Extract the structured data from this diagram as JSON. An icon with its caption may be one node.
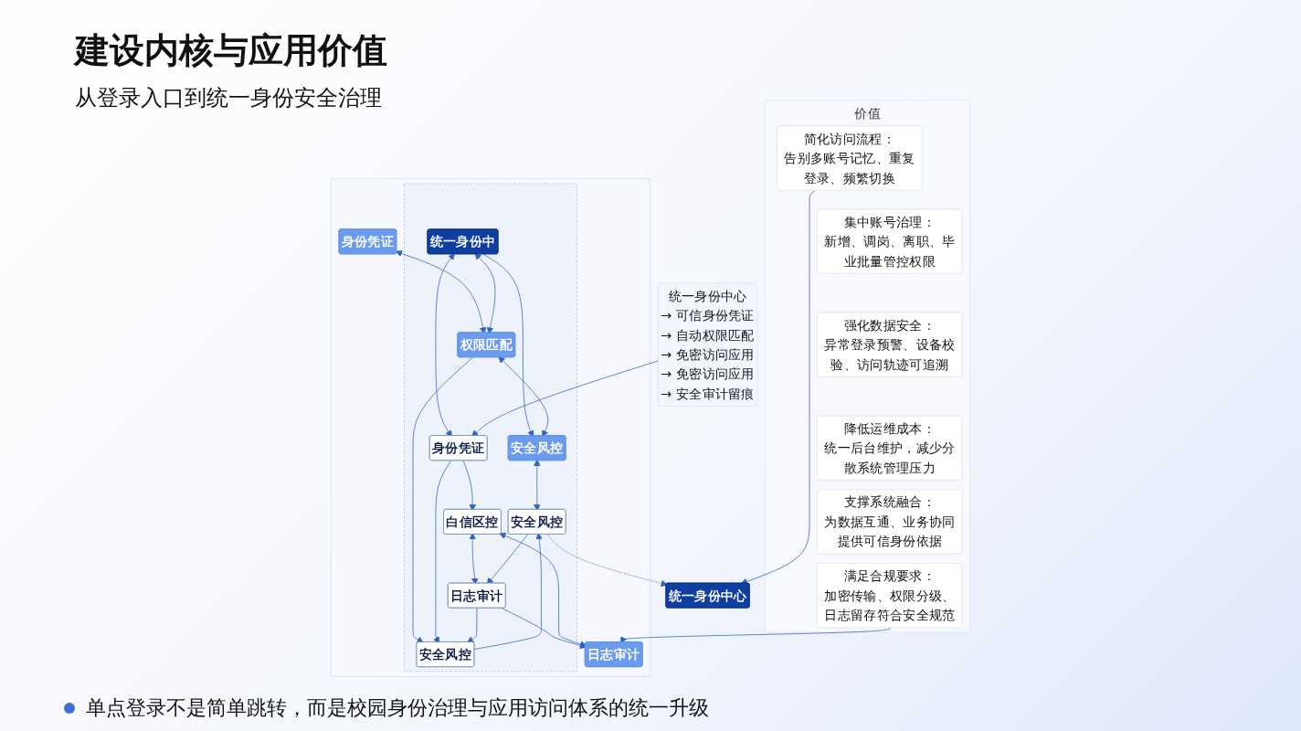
{
  "diagram": {
    "title": "建设内核与应用价值",
    "nodes": [
      {
        "text": [
          "统一身份中心"
        ]
      },
      {
        "text": [],
        "shape": "box"
      },
      {
        "text": [
          "身份凭证"
        ],
        "in": 1
      },
      {
        "text": [],
        "shape": "box",
        "in": 1
      },
      {
        "text": [
          "统一身份中"
        ],
        "in": 3
      },
      {
        "text": [
          "权限匹配"
        ],
        "in": 3
      },
      {
        "text": [
          "安全风控"
        ],
        "in": 3
      },
      {
        "text": [
          "身份凭证"
        ],
        "in": 3
      },
      {
        "text": [
          "安全风控"
        ],
        "in": 3
      },
      {
        "text": [
          "安全风控"
        ],
        "in": 3
      },
      {
        "text": [
          "白信区控"
        ],
        "in": 3
      },
      {
        "text": [
          "日志审计"
        ],
        "in": 3
      },
      {
        "text": [
          "日志审计"
        ],
        "in": 1
      },
      {
        "text": [
          "统一身份中心",
          "→ 可信身份凭证",
          "→ 自动权限匹配",
          "→ 免密访问应用",
          "→ 免密访问应用",
          "→ 安全审计留痕"
        ]
      },
      {
        "text": [
          "价值"
        ]
      },
      {
        "text": [
          "简化访问流程：",
          "告别多账号记忆、重复登录、频繁切换"
        ],
        "in": 14
      },
      {
        "text": [
          "集中账号治理：",
          "新增、调岗、离职、毕业批量管控权限"
        ],
        "in": 14
      },
      {
        "text": [
          "强化数据安全：",
          "异常登录预警、设备校验、访问轨迹可追溯"
        ],
        "in": 14
      },
      {
        "text": [
          "降低运维成本：",
          "统一后台维护，减少分散系统管理压力"
        ],
        "in": 14
      },
      {
        "text": [
          "支撑系统融合：",
          "为数据互通、业务协同提供可信身份依据"
        ],
        "in": 14
      },
      {
        "text": [
          "满足合规要求：",
          "加密传输、权限分级、日志留存符合安全规范"
        ],
        "in": 14
      }
    ],
    "edges": [
      {
        "from": 15,
        "to": 0,
        "arrow": "to"
      },
      {
        "from": 9,
        "to": 0,
        "arrow": "to",
        "style": "dashed"
      },
      {
        "from": 2,
        "to": 5,
        "arrow": "both"
      },
      {
        "from": 4,
        "to": 6,
        "arrow": "to"
      },
      {
        "from": 4,
        "to": 5,
        "arrow": "both"
      },
      {
        "from": 5,
        "to": 6,
        "arrow": "both"
      },
      {
        "from": 4,
        "to": 7,
        "arrow": "both"
      },
      {
        "from": 5,
        "to": 8,
        "arrow": "to"
      },
      {
        "from": 6,
        "to": 9,
        "arrow": "both"
      },
      {
        "from": 13,
        "to": 7,
        "arrow": "to"
      },
      {
        "from": 7,
        "to": 8,
        "arrow": "to"
      },
      {
        "from": 8,
        "to": 9,
        "arrow": "to"
      },
      {
        "from": 7,
        "to": 10,
        "arrow": "to"
      },
      {
        "from": 10,
        "to": 11,
        "arrow": "both"
      },
      {
        "from": 11,
        "to": 8,
        "arrow": "to"
      },
      {
        "from": 9,
        "to": 11,
        "arrow": "to"
      },
      {
        "from": 11,
        "to": 12,
        "arrow": "to"
      },
      {
        "from": 10,
        "to": 12,
        "arrow": "both"
      },
      {
        "from": 20,
        "to": 12,
        "arrow": "to"
      }
    ],
    "labels": [
      "从登录入口到统一身份安全治理",
      "单点登录不是简单跳转，而是校园身份治理与应用访问体系的统一升级"
    ]
  }
}
